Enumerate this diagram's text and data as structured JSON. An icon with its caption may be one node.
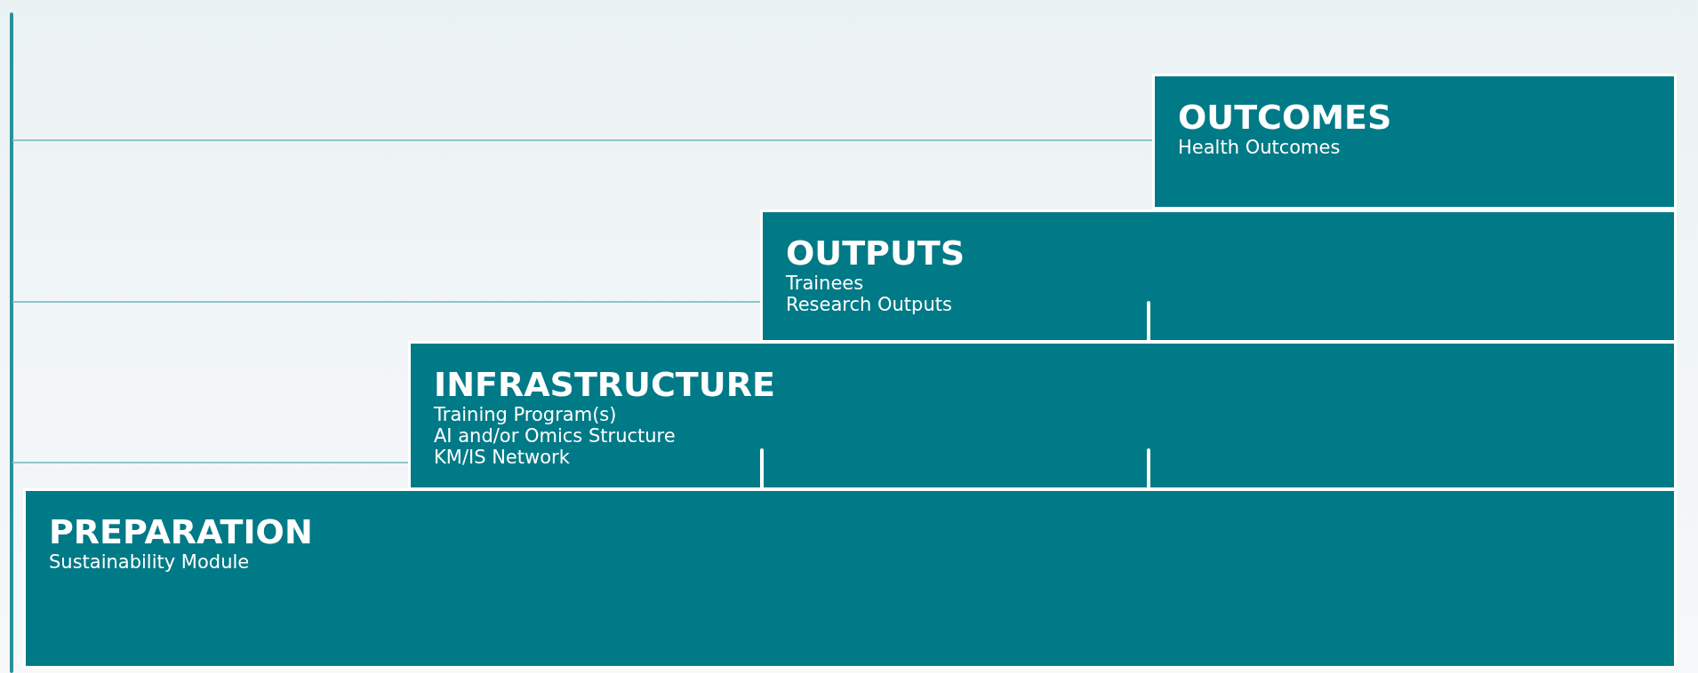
{
  "diagram": {
    "nodes": [
      {
        "text": [
          "OUTCOMES",
          "Health Outcomes"
        ]
      },
      {
        "text": [
          "OUTPUTS",
          "Trainees",
          "Research Outputs"
        ]
      },
      {
        "text": [
          "INFRASTRUCTURE",
          "Training Program(s)",
          "AI and/or Omics Structure",
          "KM/IS Network"
        ]
      },
      {
        "text": [
          "PREPARATION",
          "Sustainability Module"
        ]
      }
    ]
  }
}
